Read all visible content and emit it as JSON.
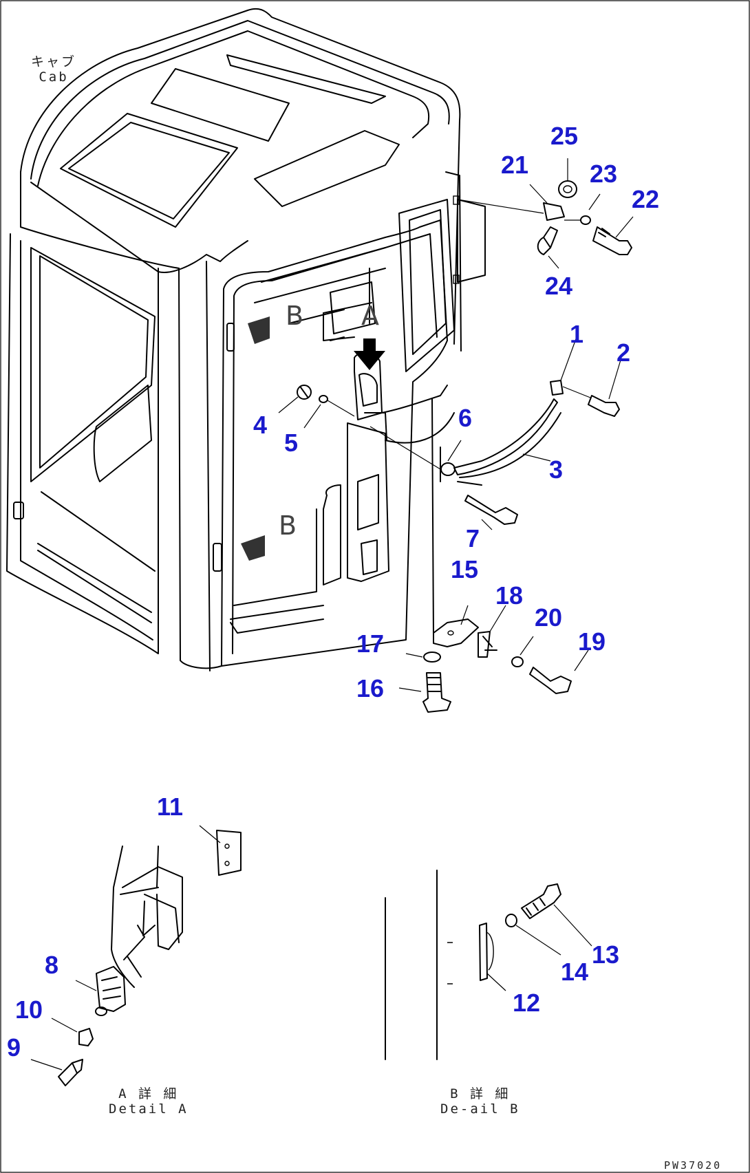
{
  "drawing_code": "PW37020",
  "labels": {
    "cab_jp": "キャブ",
    "cab_en": "Cab",
    "detail_a_jp": "A 詳 細",
    "detail_a_en": "Detail A",
    "detail_b_jp": "B 詳 細",
    "detail_b_en": "De-ail B",
    "view_a": "A",
    "view_b_top": "B",
    "view_b_lower": "B"
  },
  "callouts": [
    "1",
    "2",
    "3",
    "4",
    "5",
    "6",
    "7",
    "8",
    "9",
    "10",
    "11",
    "12",
    "13",
    "14",
    "15",
    "16",
    "17",
    "18",
    "19",
    "20",
    "21",
    "22",
    "23",
    "24",
    "25"
  ],
  "colors": {
    "callout": "#1a1acc",
    "line": "#000000",
    "background": "#ffffff"
  },
  "icons": [
    "arrow-down-icon",
    "view-arrow-icon"
  ]
}
